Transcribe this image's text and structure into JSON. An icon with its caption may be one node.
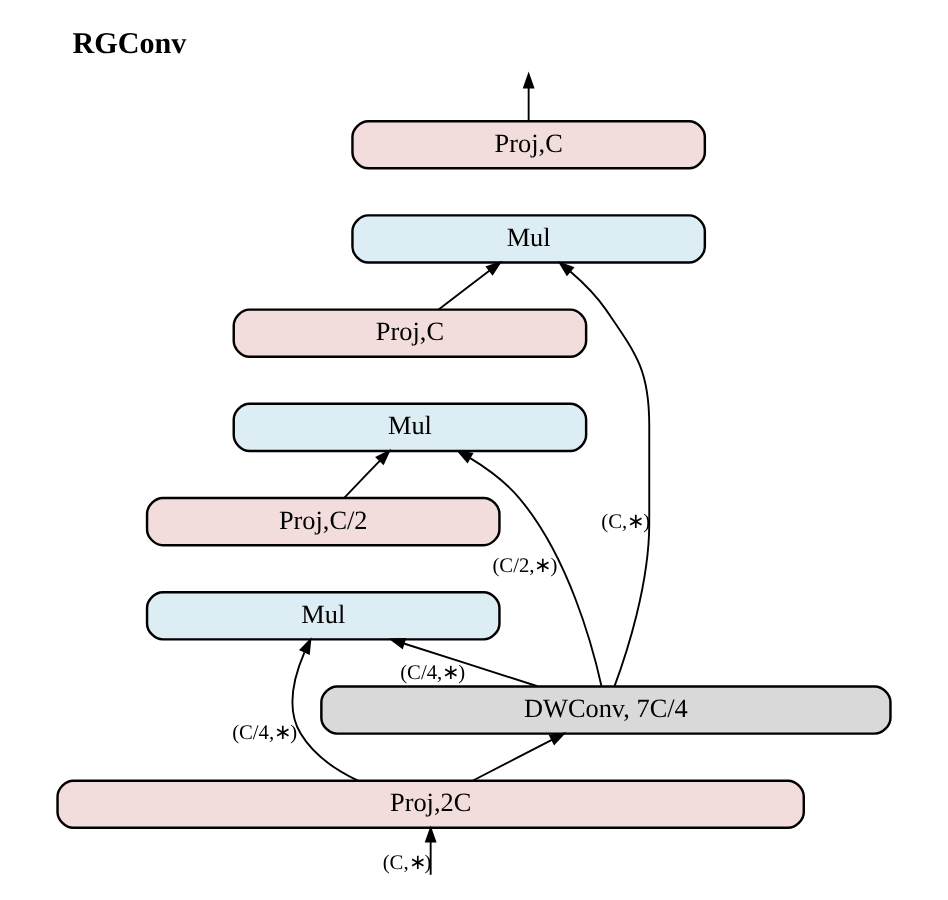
{
  "diagram": {
    "title": "RGConv",
    "nodes": [
      {
        "text": [
          "Proj,C"
        ]
      },
      {
        "text": [
          "Mul"
        ]
      },
      {
        "text": [
          "Proj,C"
        ]
      },
      {
        "text": [
          "Mul"
        ]
      },
      {
        "text": [
          "Proj,C/2"
        ]
      },
      {
        "text": [
          "Mul"
        ]
      },
      {
        "text": [
          "DWConv, 7C/4"
        ]
      },
      {
        "text": [
          "Proj,2C"
        ]
      }
    ],
    "edges": [
      {
        "from": null,
        "to": 7,
        "arrow": "to",
        "label": "(C,∗)"
      },
      {
        "from": 7,
        "to": 5,
        "arrow": "to",
        "label": "(C/4,∗)"
      },
      {
        "from": 7,
        "to": 6,
        "arrow": "to"
      },
      {
        "from": 6,
        "to": 5,
        "arrow": "to",
        "label": "(C/4,∗)"
      },
      {
        "from": 6,
        "to": 3,
        "arrow": "to",
        "label": "(C/2,∗)"
      },
      {
        "from": 6,
        "to": 1,
        "arrow": "to",
        "label": "(C,∗)"
      },
      {
        "from": 4,
        "to": 3,
        "arrow": "to"
      },
      {
        "from": 2,
        "to": 1,
        "arrow": "to"
      },
      {
        "from": 0,
        "to": null,
        "arrow": "to"
      }
    ]
  }
}
